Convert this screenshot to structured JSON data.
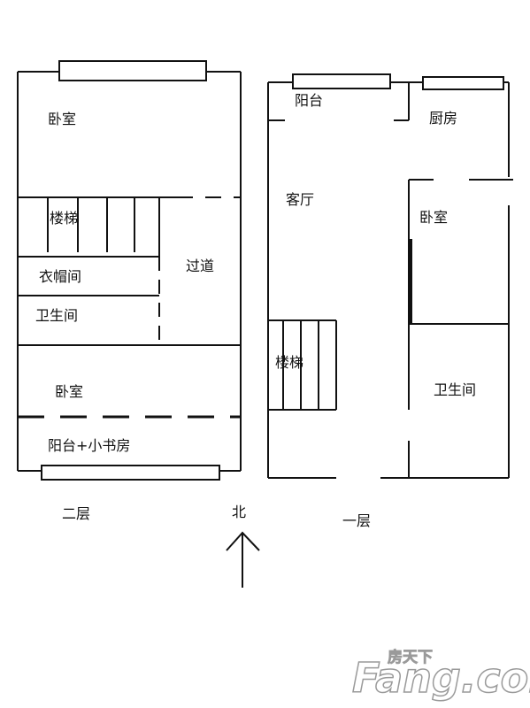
{
  "floor2": {
    "caption": "二层",
    "rooms": {
      "bedroom_top": "卧室",
      "stairs": "楼梯",
      "closet": "衣帽间",
      "bathroom": "卫生间",
      "corridor": "过道",
      "bedroom_bottom": "卧室",
      "balcony_study": "阳台+小书房"
    }
  },
  "floor1": {
    "caption": "一层",
    "rooms": {
      "balcony": "阳台",
      "kitchen": "厨房",
      "living_room": "客厅",
      "bedroom": "卧室",
      "stairs": "楼梯",
      "bathroom": "卫生间"
    }
  },
  "compass": {
    "label": "北"
  },
  "watermark": {
    "chinese": "房天下",
    "latin": "Fang.com"
  }
}
